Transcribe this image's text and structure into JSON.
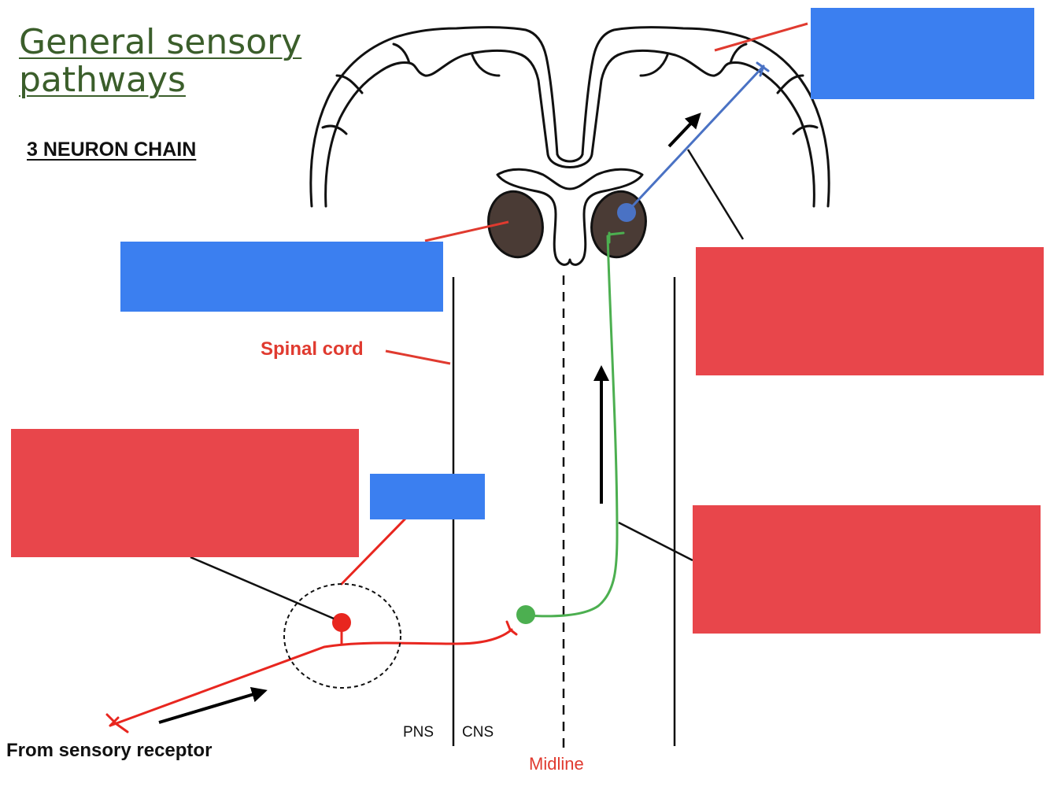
{
  "title": {
    "line1": "General sensory",
    "line2": "pathways"
  },
  "subtitle": "3 NEURON CHAIN",
  "labels": {
    "spinal_cord": "Spinal cord",
    "from_receptor": "From sensory receptor",
    "pns": "PNS",
    "cns": "CNS",
    "midline": "Midline"
  },
  "colors": {
    "title": "#3b5e2b",
    "first_order_neuron": "#e8261f",
    "second_order_neuron": "#4caf50",
    "third_order_neuron": "#4a72c4",
    "label_red": "#e03a2f",
    "box_blue": "#3b7ff0",
    "box_red": "#e8464b",
    "thalamus_fill": "#4a3b35",
    "outline": "#111111"
  },
  "answer_boxes": [
    {
      "id": "cortex-box",
      "color": "blue"
    },
    {
      "id": "thalamus-box",
      "color": "blue"
    },
    {
      "id": "third-neuron-box",
      "color": "red"
    },
    {
      "id": "first-neuron-box",
      "color": "red"
    },
    {
      "id": "ganglion-box",
      "color": "blue"
    },
    {
      "id": "second-neuron-box",
      "color": "red"
    }
  ]
}
